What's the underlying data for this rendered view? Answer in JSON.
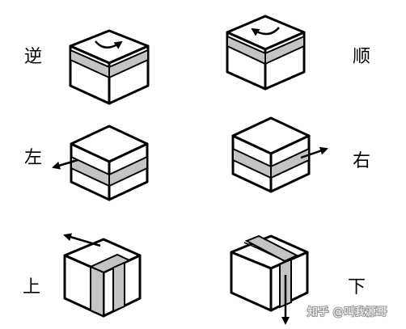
{
  "labels": {
    "counterclockwise": "逆",
    "clockwise": "顺",
    "left": "左",
    "right": "右",
    "up": "上",
    "down": "下"
  },
  "watermark": "知乎 @叫我源哥",
  "colors": {
    "line": "#000000",
    "face": "#ffffff",
    "band": "#c4c4c4"
  }
}
